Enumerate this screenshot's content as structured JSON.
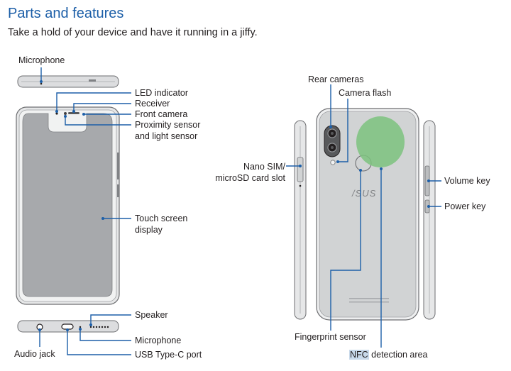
{
  "heading": {
    "title": "Parts and features",
    "subtitle": "Take a hold of your device and have it running in a jiffy."
  },
  "front": {
    "top_microphone": "Microphone",
    "led_indicator": "LED indicator",
    "receiver": "Receiver",
    "front_camera": "Front camera",
    "proximity_line1": "Proximity sensor",
    "proximity_line2": "and light sensor",
    "touch_line1": "Touch screen",
    "touch_line2": "display",
    "speaker": "Speaker",
    "bottom_microphone": "Microphone",
    "audio_jack": "Audio jack",
    "usb_port": "USB Type-C port"
  },
  "rear": {
    "rear_cameras": "Rear cameras",
    "camera_flash": "Camera flash",
    "nano_sim_line1": "Nano SIM/",
    "nano_sim_line2": "microSD card slot",
    "brand_logo": "/SUS",
    "volume_key": "Volume key",
    "power_key": "Power key",
    "fingerprint_sensor": "Fingerprint sensor",
    "nfc_prefix": "NFC",
    "nfc_suffix": " detection area"
  },
  "colors": {
    "title": "#1d5fa8",
    "callout_line": "#1d5fa8",
    "nfc_area": "#7cc27e",
    "phone_body": "#d9dadb",
    "screen": "#a7a9ac"
  }
}
